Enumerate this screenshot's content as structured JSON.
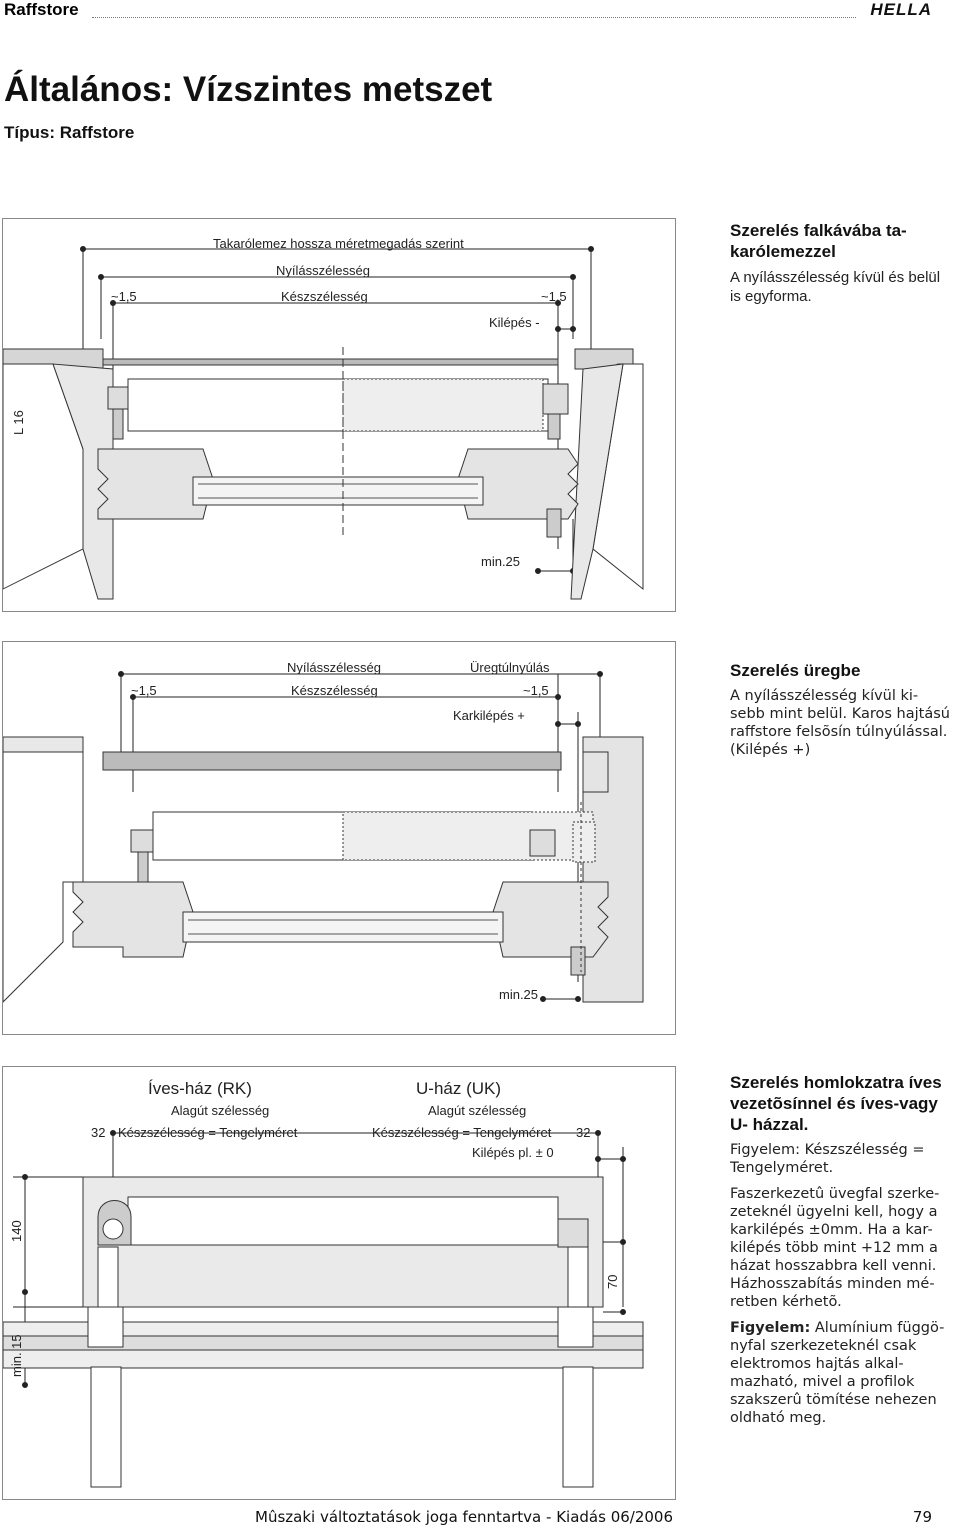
{
  "header": {
    "section": "Raffstore",
    "brand": "HELLA"
  },
  "title": "Általános: Vízszintes metszet",
  "subtitle": "Típus: Raffstore",
  "panel1": {
    "labels": {
      "cover_length": "Takarólemez hossza méretmegadás szerint",
      "opening_width": "Nyílásszélesség",
      "finished_width": "Készszélesség",
      "tol_left": "~1,5",
      "tol_right": "~1,5",
      "exit": "Kilépés -",
      "l16": "L 16",
      "min25": "min.25"
    },
    "side": {
      "heading": "Szerelés falkávába ta-karólemezzel",
      "text": "A nyílásszélesség kívül és belül is egyforma."
    }
  },
  "panel2": {
    "labels": {
      "opening_width": "Nyílásszélesség",
      "cavity_overhang": "Üregtúlnyúlás",
      "finished_width": "Készszélesség",
      "tol_left": "~1,5",
      "tol_right": "~1,5",
      "arm_exit": "Karkilépés +",
      "min25": "min.25"
    },
    "side": {
      "heading": "Szerelés üregbe",
      "text": "A nyílásszélesség kívül ki-sebb mint belül. Karos hajtású raffstore felsõsín túlnyúlással. (Kilépés +)"
    }
  },
  "panel3": {
    "labels": {
      "arc_housing": "Íves-ház (RK)",
      "u_housing": "U-ház (UK)",
      "tunnel_width_left": "Alagút szélesség",
      "tunnel_width_right": "Alagút szélesség",
      "finished_eq_shaft_left": "Készszélesség = Tengelyméret",
      "finished_eq_shaft_right": "Készszélesség = Tengelyméret",
      "d32_left": "32",
      "d32_right": "32",
      "exit_example": "Kilépés pl. ± 0",
      "d140": "140",
      "d70": "70",
      "min15": "min. 15"
    },
    "side": {
      "heading": "Szerelés homlokzatra íves vezetõsínnel és íves-vagy U- házzal.",
      "p1": "Figyelem: Készszélesség = Tengelyméret.",
      "p2": "Faszerkezetû üvegfal szerke-zeteknél ügyelni kell, hogy a karkilépés ±0mm. Ha a kar-kilépés    több mint +12 mm a házat  hosszabbra kell venni.",
      "p3": "Házhosszabítás minden mé-retben kérhetõ.",
      "p4_bold": "Figyelem:",
      "p4": " Alumínium függö-nyfal szerkezeteknél csak elektromos hajtás alkal-mazható, mivel a profilok szakszerû tömítése nehezen oldható meg."
    }
  },
  "footer": {
    "text": "Mûszaki változtatások joga fenntartva - Kiadás 06/2006",
    "page": "79"
  }
}
